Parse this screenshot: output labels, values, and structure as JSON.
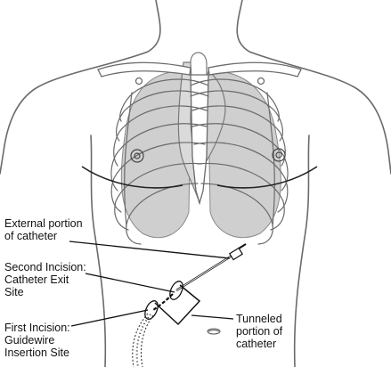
{
  "colors": {
    "outline": "#6a6a6a",
    "lung_fill": "#cfcfcf",
    "leader": "#111111",
    "background": "#ffffff"
  },
  "labels": {
    "external": [
      "External portion",
      "of catheter"
    ],
    "second_incision": [
      "Second Incision:",
      "Catheter Exit",
      "Site"
    ],
    "first_incision": [
      "First Incision:",
      "Guidewire",
      "Insertion Site"
    ],
    "tunneled": [
      "Tunneled",
      "portion of",
      "catheter"
    ]
  }
}
